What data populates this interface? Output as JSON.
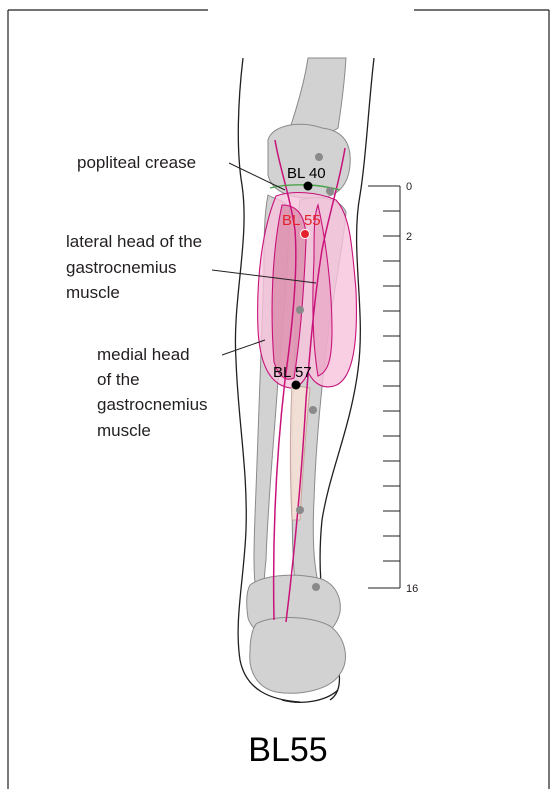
{
  "title": "BL55",
  "labels": {
    "popliteal": "popliteal crease",
    "lateral": [
      "lateral head of the",
      "gastrocnemius",
      "muscle"
    ],
    "medial": [
      "medial head",
      "of the",
      "gastrocnemius",
      "muscle"
    ]
  },
  "points": {
    "bl40": "BL 40",
    "bl55": "BL 55",
    "bl57": "BL 57"
  },
  "scale": {
    "top": "0",
    "mid": "2",
    "bottom": "16"
  },
  "colors": {
    "acupoint_highlight": "#e3222b",
    "meridian": "#c8127a",
    "muscle_fill": "#f2a9cc",
    "bone": "#cfcfcf"
  }
}
